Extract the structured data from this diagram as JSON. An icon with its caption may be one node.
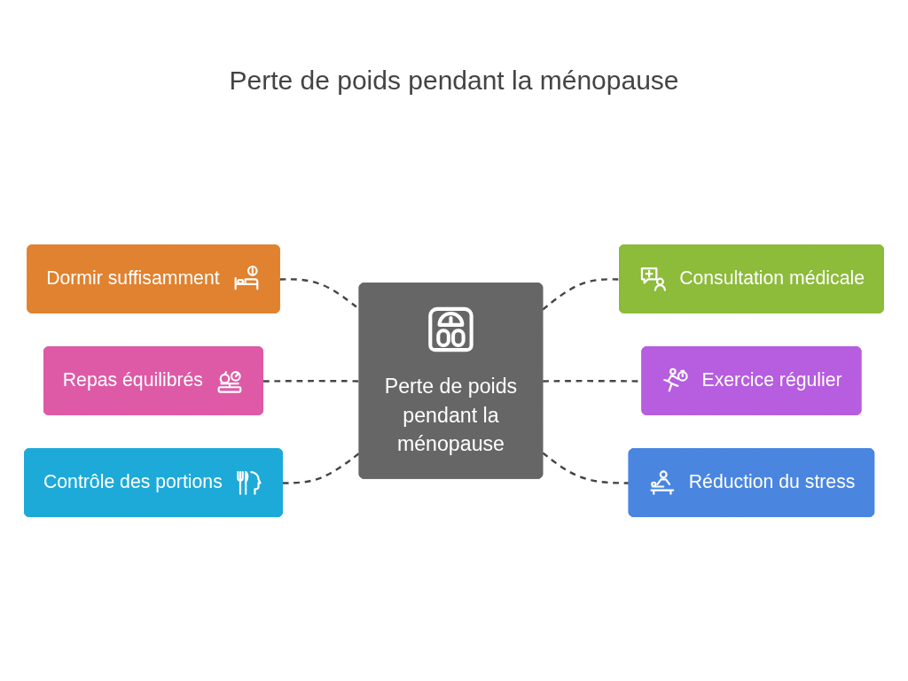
{
  "diagram": {
    "title": "Perte de poids pendant la ménopause",
    "nodes": [
      {
        "text": [
          "Dormir suffisamment"
        ]
      },
      {
        "text": [
          "Consultation médicale"
        ]
      },
      {
        "text": [
          "Repas équilibrés"
        ]
      },
      {
        "text": [
          "Exercice régulier"
        ]
      },
      {
        "text": [
          "Perte de poids pendant la ménopause"
        ]
      },
      {
        "text": [
          "Contrôle des portions"
        ]
      },
      {
        "text": [
          "Réduction du stress"
        ]
      }
    ],
    "edges": [
      {
        "from": 0,
        "to": 4,
        "arrow": "none",
        "style": "dashed"
      },
      {
        "from": 4,
        "to": 1,
        "arrow": "none",
        "style": "dashed"
      },
      {
        "from": 2,
        "to": 4,
        "arrow": "none",
        "style": "dashed"
      },
      {
        "from": 4,
        "to": 3,
        "arrow": "none",
        "style": "dashed"
      },
      {
        "from": 5,
        "to": 4,
        "arrow": "none",
        "style": "dashed"
      },
      {
        "from": 4,
        "to": 6,
        "arrow": "none",
        "style": "dashed"
      }
    ]
  }
}
